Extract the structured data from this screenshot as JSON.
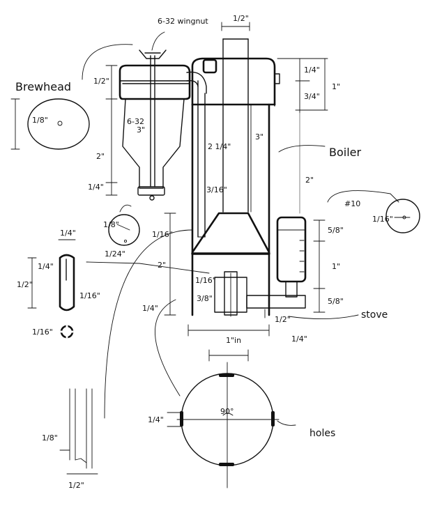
{
  "labels": {
    "brewhead": "Brewhead",
    "boiler": "Boiler",
    "stove": "stove",
    "holes": "holes",
    "wingnut": "6-32 wingnut",
    "screw": "6-32",
    "screw_len": "3\"",
    "number10": "#10",
    "angle": "90°"
  },
  "dims": {
    "top_half": "1/2\"",
    "top_quarter": "1/4\"",
    "three_quarter": "3/4\"",
    "one_inch_right": "1\"",
    "three_inch": "3\"",
    "two_inch_right": "2\"",
    "five_eighths_top": "5/8\"",
    "one_inch_stove": "1\"",
    "five_eighths_bot": "5/8\"",
    "quarter_bot": "1/4\"",
    "half_small": "1/2\"",
    "bh_half": "1/2\"",
    "bh_two": "2\"",
    "bh_quarter": "1/4\"",
    "circle_left": "1/8\"",
    "tube_2_25": "2 1/4\"",
    "tube_3_16": "3/16\"",
    "funnel_2": "2\"",
    "funnel_3_8": "3/8\"",
    "funnel_1_16": "1/16\"",
    "funnel_1_4": "1/4\"",
    "disc_1_8": "1/8\"",
    "disc_1_16": "1/16\"",
    "disc_1_24": "1/24\"",
    "base_1in": "1\"in",
    "tube_top_quarter": "1/4\"",
    "tube_side_quarter": "1/4\"",
    "tube_half": "1/2\"",
    "tube_sixteenth": "1/16\"",
    "tube_small_sixteenth": "1/16\"",
    "right_disc_sixteenth": "1/16\"",
    "big_circle_quarter": "1/4\"",
    "strip_eighth": "1/8\"",
    "strip_half": "1/2\""
  }
}
